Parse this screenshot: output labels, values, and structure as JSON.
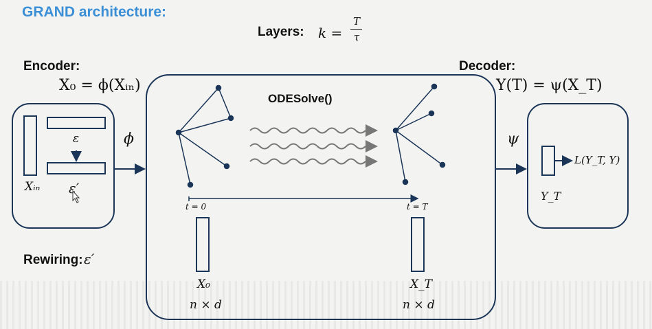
{
  "title": "GRAND architecture:",
  "layers": {
    "label": "Layers:",
    "formula_lhs": "k =",
    "frac_num": "T",
    "frac_den": "τ"
  },
  "encoder": {
    "label": "Encoder:",
    "formula": "X₀ = ϕ(Xᵢₙ)",
    "x_in": "Xᵢₙ",
    "edges": "ε",
    "edges_rewired": "ε′",
    "map_symbol": "ϕ"
  },
  "decoder": {
    "label": "Decoder:",
    "formula": "Y(T) = ψ(X_T)",
    "map_symbol": "ψ",
    "y_t": "Y_T",
    "loss": "L(Y_T, Y)"
  },
  "solver": {
    "label": "ODESolve()",
    "t_start": "t = 0",
    "t_end": "t = T",
    "x0": "X₀",
    "xt": "X_T",
    "dim_left": "n × d",
    "dim_right": "n × d"
  },
  "rewiring": {
    "label": "Rewiring:",
    "symbol": "ε′"
  },
  "colors": {
    "title": "#3a8fd6",
    "stroke": "#1a3557",
    "wave": "#777777"
  }
}
